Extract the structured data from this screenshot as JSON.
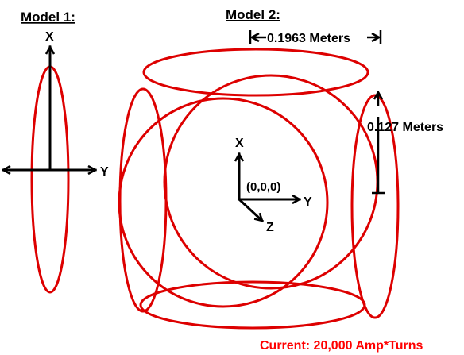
{
  "model1": {
    "title": "Model 1:",
    "axis_x_label": "X",
    "axis_y_label": "Y"
  },
  "model2": {
    "title": "Model 2:",
    "axis_x_label": "X",
    "axis_y_label": "Y",
    "axis_z_label": "Z",
    "origin_label": "(0,0,0)",
    "width_dimension_label": "0.1963 Meters",
    "height_dimension_label": "0.127 Meters"
  },
  "current_label": "Current: 20,000 Amp*Turns",
  "colors": {
    "coil": "#dd0000",
    "axes": "#000000",
    "current_text": "#ff0000"
  }
}
